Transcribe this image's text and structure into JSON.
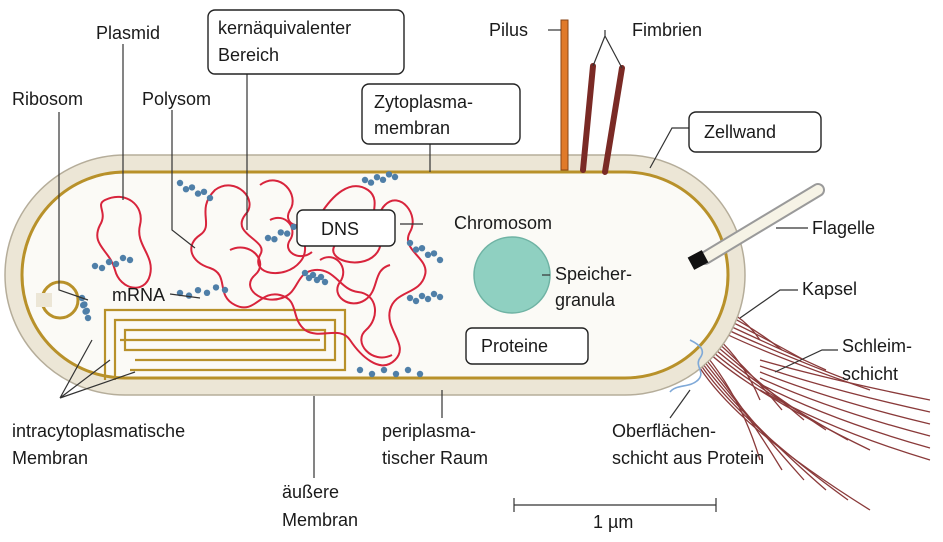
{
  "labels": {
    "plasmid": "Plasmid",
    "kern_line1": "kernäquivalenter",
    "kern_line2": "Bereich",
    "pilus": "Pilus",
    "fimbrien": "Fimbrien",
    "ribosom": "Ribosom",
    "polysom": "Polysom",
    "zyto_line1": "Zytoplasma-",
    "zyto_line2": "membran",
    "zellwand": "Zellwand",
    "dns": "DNS",
    "chromosom": "Chromosom",
    "flagelle": "Flagelle",
    "speicher_line1": "Speicher-",
    "speicher_line2": "granula",
    "mrna": "mRNA",
    "kapsel": "Kapsel",
    "proteine": "Proteine",
    "schleim_line1": "Schleim-",
    "schleim_line2": "schicht",
    "intra_line1": "intracytoplasmatische",
    "intra_line2": "Membran",
    "peri_line1": "periplasma-",
    "peri_line2": "tischer Raum",
    "ober_line1": "Oberflächen-",
    "ober_line2": "schicht aus Protein",
    "aeussere_line1": "äußere",
    "aeussere_line2": "Membran",
    "scale": "1 µm"
  },
  "colors": {
    "cell_wall": "#ece6d6",
    "membrane": "#b8912a",
    "cytoplasm": "#fbfaf6",
    "dna": "#d8243c",
    "ribosome": "#4f7fa8",
    "granule": "#8fd0c1",
    "pilus": "#e07a2a",
    "fimbria": "#7a2a25",
    "capsule": "#8a3a3a"
  }
}
